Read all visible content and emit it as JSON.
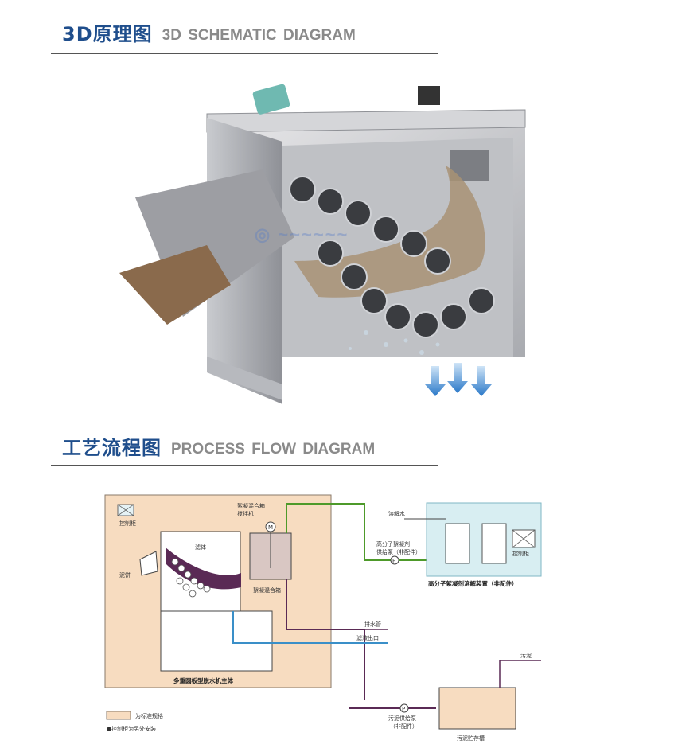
{
  "section1": {
    "title_cn": "3D原理图",
    "title_en": "3D SCHEMATIC DIAGRAM"
  },
  "section2": {
    "title_cn": "工艺流程图",
    "title_en": "PROCESS FLOW DIAGRAM"
  },
  "flow": {
    "control_cabinet_left": "控制柜",
    "mixing_tank_label_1": "絮凝混合箱",
    "mixing_tank_label_2": "搅拌机",
    "liquid": "滤体",
    "sludge_cake": "泥饼",
    "mixing_tank_bottom": "絮凝混合箱",
    "dissolving_water": "溶解水",
    "polymer_pump_1": "高分子絮凝剂",
    "polymer_pump_2": "供给泵（非配件）",
    "control_cabinet_right": "控制柜",
    "polymer_unit": "高分子絮凝剂溶解装置（非配件）",
    "drain_pipe": "排水管",
    "filtrate_outlet": "滤液出口",
    "main_body": "多重圆板型脱水机主体",
    "sludge_in": "污泥",
    "sludge_pump_1": "污泥供给泵",
    "sludge_pump_2": "（非配件）",
    "sludge_tank": "污泥贮存槽",
    "legend_standard": "为标准规格",
    "legend_note": "●控制柜为另外安装",
    "motor": "M",
    "pump": "P"
  },
  "colors": {
    "title_blue": "#1f4e8c",
    "title_grey": "#8a8a8a",
    "standard_fill": "#f7dcc0",
    "sludge_purple": "#5a2a55",
    "filtrate_blue": "#3a8fc8",
    "polymer_green": "#4e9a2a",
    "polymer_unit_fill": "#d8eef2"
  }
}
